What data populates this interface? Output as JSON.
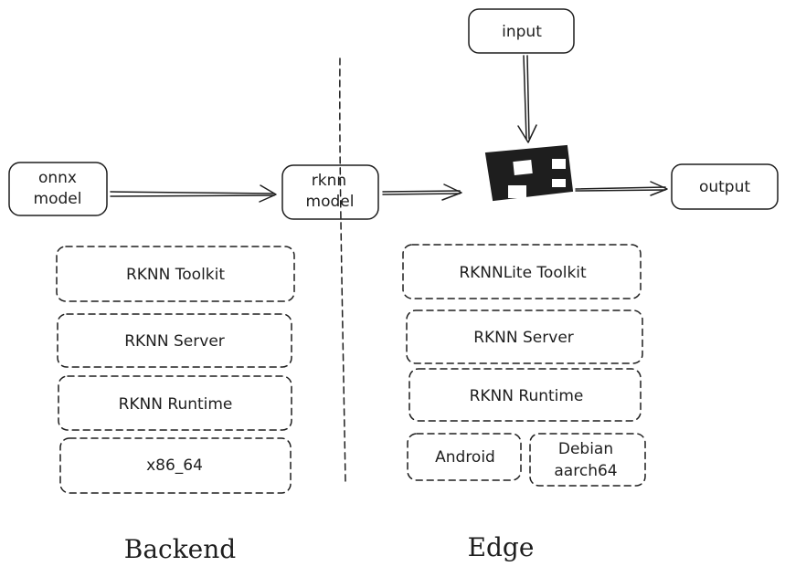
{
  "nodes": {
    "onnx_model": {
      "line1": "onnx",
      "line2": "model"
    },
    "rknn_model": {
      "line1": "rknn",
      "line2": "model"
    },
    "input": "input",
    "output": "output"
  },
  "backend": {
    "title": "Backend",
    "stack": {
      "toolkit": "RKNN Toolkit",
      "server": "RKNN Server",
      "runtime": "RKNN Runtime",
      "platform": "x86_64"
    }
  },
  "edge": {
    "title": "Edge",
    "stack": {
      "toolkit": "RKNNLite Toolkit",
      "server": "RKNN Server",
      "runtime": "RKNN Runtime",
      "platform_left": "Android",
      "platform_right_line1": "Debian",
      "platform_right_line2": "aarch64"
    }
  },
  "icons": {
    "device": "chip-device-icon"
  }
}
